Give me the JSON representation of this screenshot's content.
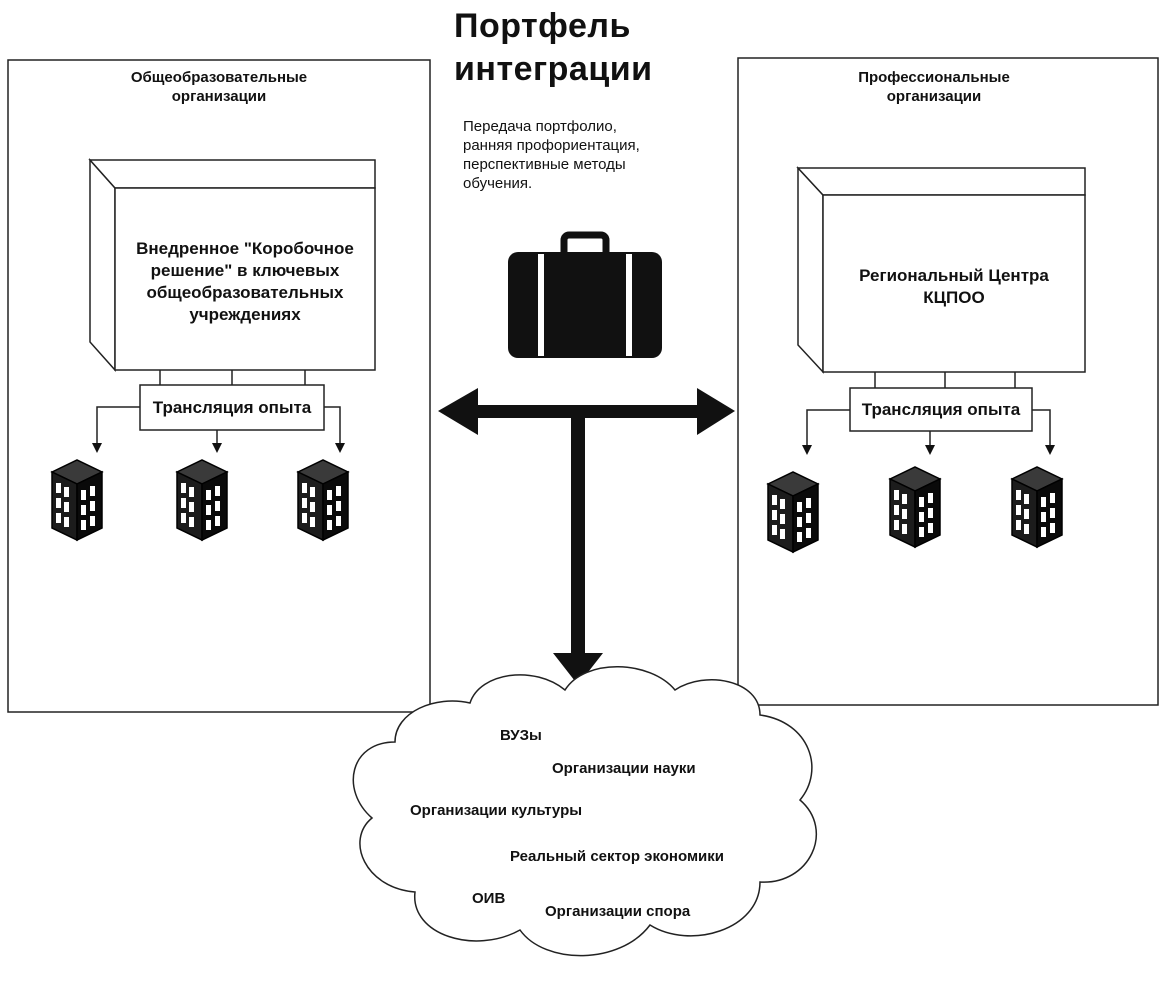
{
  "title": {
    "line1": "Портфель",
    "line2": "интеграции"
  },
  "description": {
    "line1": "Передача портфолио,",
    "line2": "ранняя профориентация,",
    "line3": "перспективные методы",
    "line4": "обучения."
  },
  "left_panel": {
    "title_line1": "Общеобразовательные",
    "title_line2": "организации",
    "box_line1": "Внедренное \"Коробочное",
    "box_line2": "решение\" в ключевых",
    "box_line3": "общеобразовательных",
    "box_line4": "учреждениях",
    "experience": "Трансляция опыта"
  },
  "right_panel": {
    "title_line1": "Профессиональные",
    "title_line2": "организации",
    "box_line1": "Региональный Центра",
    "box_line2": "КЦПОО",
    "experience": "Трансляция опыта"
  },
  "cloud": {
    "item1": "ВУЗы",
    "item2": "Организации науки",
    "item3": "Организации культуры",
    "item4": "Реальный сектор экономики",
    "item5": "ОИВ",
    "item6": "Организации спора"
  },
  "icons": {
    "portfolio": "briefcase-icon",
    "organization": "building-icon"
  }
}
